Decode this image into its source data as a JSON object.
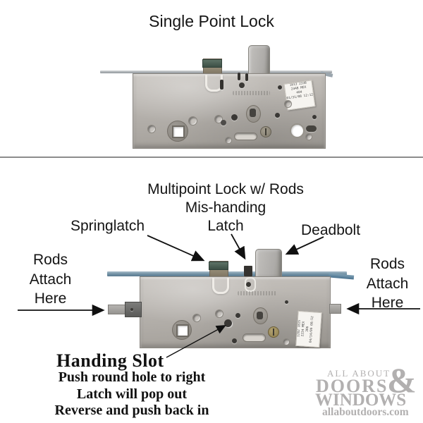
{
  "page": {
    "top_title": "Single Point Lock"
  },
  "top_lock": {
    "label_lines": [
      "1813 2338",
      "2448 MEX",
      "404",
      "01/31/08 12:12"
    ]
  },
  "bottom_section": {
    "title": "Multipoint Lock w/ Rods",
    "mis_handing_line1": "Mis-handing",
    "mis_handing_line2": "Latch",
    "springlatch_label": "Springlatch",
    "deadbolt_label": "Deadbolt",
    "rods_left": [
      "Rods",
      "Attach",
      "Here"
    ],
    "rods_right": [
      "Rods",
      "Attach",
      "Here"
    ],
    "handing_slot_label": "Handing Slot",
    "instructions": [
      "Push round hole to right",
      "Latch will pop out",
      "Reverse and push back in"
    ]
  },
  "bottom_lock": {
    "label_lines": [
      "1282 1835",
      "2234 MEX",
      "306",
      "04/14/09 08:52"
    ]
  },
  "watermark": {
    "line1": "ALL ABOUT",
    "ampersand": "&",
    "line2": "DOORS",
    "line3": "WINDOWS",
    "url": "allaboutdoors.com"
  }
}
